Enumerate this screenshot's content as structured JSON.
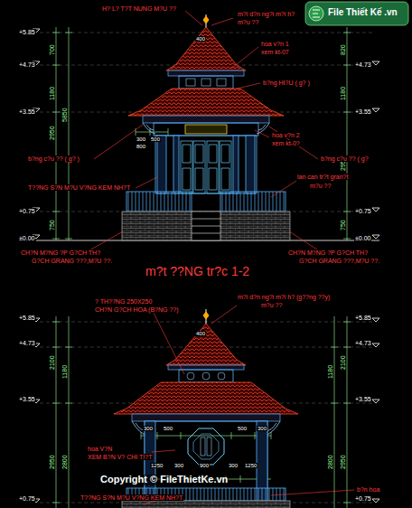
{
  "diagram": {
    "labels": [
      "+5.85",
      "+4.73",
      "+3.55",
      "+0.75",
      "±0.00",
      "+4.73",
      "+3.55",
      "+0.75",
      "±0.00",
      "700",
      "1180",
      "2950",
      "750",
      "5850",
      "820",
      "1180",
      "2950",
      "750",
      "H? L? T?T NUNG M?U ??",
      "m?i d?n ng?i m?i h?",
      "m?u ??",
      "400",
      "hoa v?n 1",
      "xem kt-07",
      "b?ng HI?U ( g? )",
      "300",
      "500",
      "800",
      "hoa v?n 2",
      "xem kt-0?",
      "b?ng c?u ?? ( g? )",
      "b?ng c?u ?? ( g?",
      "T??NG S?N M?U V?NG KEM NH?T",
      "lan can tr?t gran?t",
      "m?u ??",
      "CH?N M?NG ?P G?CH TH?",
      "G?CH GRANG ???,M?U ??.",
      "CH?N M?NG ?P G?CH TH?",
      "G?CH GRANG ???,M?U ??.",
      "m?t ??NG tr?c 1-2",
      "? TH??NG 250X250",
      "CH?N G?CH HOA (B?NG ??)",
      "m?i d?n ng?i m?i h? (g??ng ??y)",
      "m?u ??",
      "+5.85",
      "+4.73",
      "+3.55",
      "+0.75",
      "+5.85",
      "+4.73",
      "+3.55",
      "+0.75",
      "2100",
      "1180",
      "2950",
      "2800",
      "2100",
      "1180",
      "2950",
      "2800",
      "400",
      "300",
      "500",
      "500",
      "300",
      "1250",
      "300",
      "900",
      "300",
      "1250",
      "hoa V?N",
      "XEM B?N V? CHI TI?T",
      "T??NG S?N M?U V?NG KEM NH?T",
      "b?n hoa",
      "File Thiết Kế .vn",
      "Copyright © FileThietKe.vn"
    ]
  }
}
